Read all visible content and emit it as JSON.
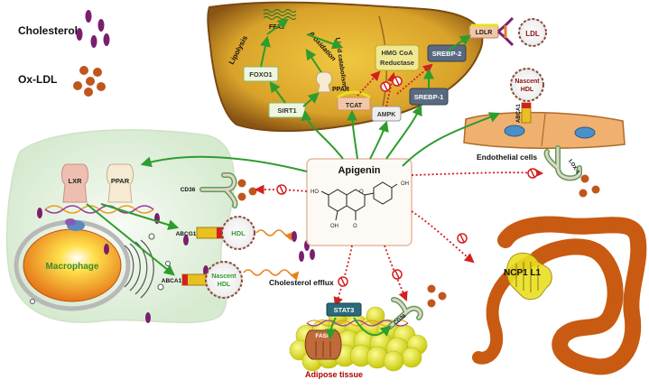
{
  "legend": {
    "cholesterol": "Cholesterol",
    "ox_ldl": "Ox-LDL"
  },
  "center": {
    "title": "Apigenin",
    "oh_top": "OH",
    "oh_left": "HO",
    "oh_bottom": "OH",
    "o_ring": "O",
    "o_keto": "O"
  },
  "liver": {
    "ffas": "FFAs",
    "lipolysis": "Lipolysis",
    "beta_oxidation": "β-oxidation",
    "lipid_catabolism": "Lipid catabolism",
    "foxo1": "FOXO1",
    "ppar": "PPAR",
    "sirt1": "SIRT1",
    "tcat": "TCAT",
    "hmg_coa_line1": "HMG CoA",
    "hmg_coa_line2": "Reductase",
    "srebp2": "SREBP-2",
    "srebp1": "SREBP-1",
    "ampk": "AMPK"
  },
  "ldl": {
    "receptor": "LDLR",
    "particle": "LDL"
  },
  "endothelium": {
    "nascent_hdl_line1": "Nascent",
    "nascent_hdl_line2": "HDL",
    "abca1": "ABCA1",
    "lox1": "LOX-1",
    "label": "Endothelial cells"
  },
  "macrophage": {
    "label": "Macrophage",
    "lxr": "LXR",
    "ppar": "PPAR",
    "cd36": "CD36",
    "abcg1": "ABCG1",
    "abca1": "ABCA1",
    "hdl": "HDL",
    "nascent_hdl_line1": "Nascent",
    "nascent_hdl_line2": "HDL",
    "efflux_label": "Cholesterol efflux"
  },
  "adipose": {
    "stat3": "STAT3",
    "fasn": "FASN",
    "cd36": "CD36",
    "label": "Adipose tissue"
  },
  "intestine": {
    "npc1l1": "NCP1 L1"
  },
  "colors": {
    "activation": "#2e9c2e",
    "inhibition": "#d42020",
    "liver": "#c9a227",
    "liver_dark": "#7a4a12",
    "adipose": "#e8e81a",
    "macrophage_bg": "#e4f1de",
    "intestine": "#c85a12",
    "cholesterol": "#7a1f6e",
    "ox_ldl": "#c0561c",
    "label_red": "#b00000"
  }
}
